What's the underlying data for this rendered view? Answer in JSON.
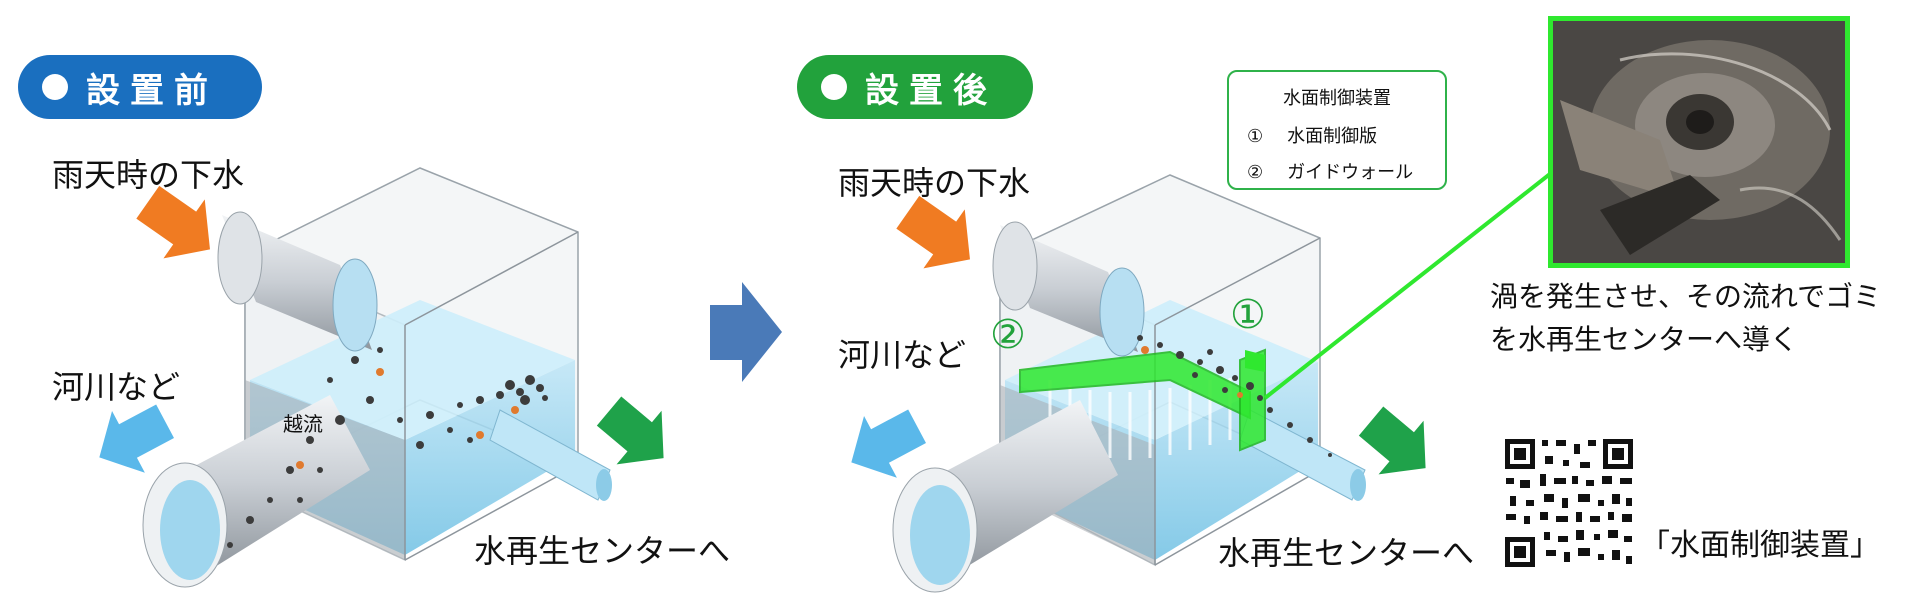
{
  "left": {
    "badge": "設置前",
    "label_rain": "雨天時の下水",
    "label_river": "河川など",
    "label_overflow": "越流",
    "label_center": "水再生センターへ"
  },
  "right": {
    "badge": "設置後",
    "label_rain": "雨天時の下水",
    "label_river": "河川など",
    "label_center": "水再生センターへ",
    "marker_1": "①",
    "marker_2": "②"
  },
  "legend": {
    "title": "水面制御装置",
    "items": [
      {
        "num": "①",
        "text": "水面制御版"
      },
      {
        "num": "②",
        "text": "ガイドウォール"
      }
    ]
  },
  "photo_caption": {
    "line1": "渦を発生させ、その流れでゴミ",
    "line2": "を水再生センターへ導く"
  },
  "qr_caption": "「水面制御装置」",
  "colors": {
    "before_badge": "#1a6fbf",
    "after_badge": "#22a23c",
    "highlight_green": "#2fe82f",
    "inflow_arrow": "#f07b22",
    "river_arrow": "#5ab8ea",
    "center_arrow": "#1fa24a",
    "transition_arrow": "#4a7ab8"
  }
}
